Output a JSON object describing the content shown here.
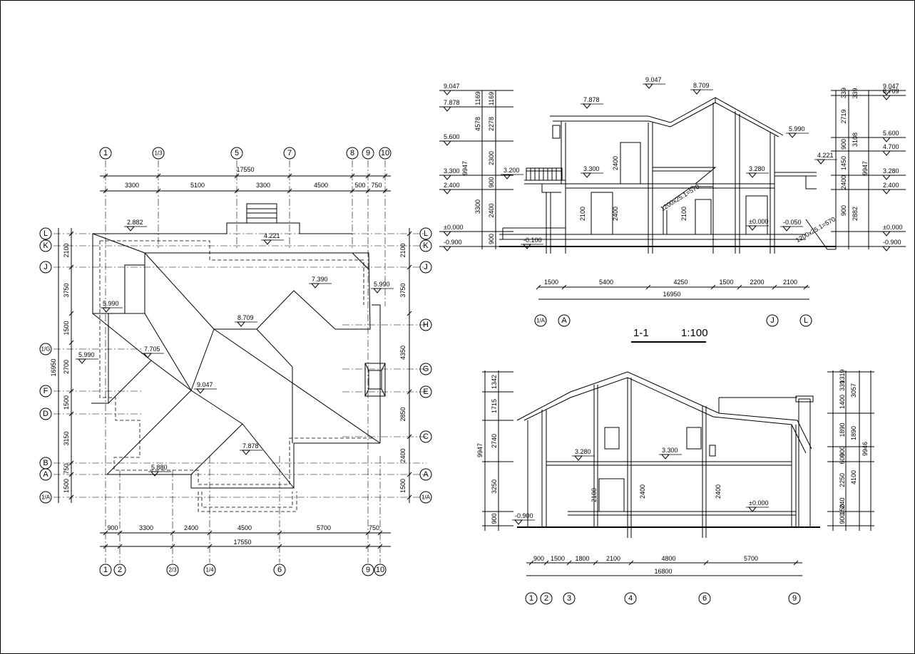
{
  "plan": {
    "top_axes": [
      "1",
      "1/3",
      "5",
      "7",
      "8",
      "9",
      "10"
    ],
    "bottom_axes": [
      "1",
      "2",
      "2/3",
      "1/4",
      "6",
      "9",
      "10"
    ],
    "left_axes": [
      "L",
      "K",
      "J",
      "1/G",
      "F",
      "D",
      "B",
      "A",
      "1/A"
    ],
    "right_axes": [
      "L",
      "K",
      "J",
      "H",
      "G",
      "E",
      "C",
      "A",
      "1/A"
    ],
    "top_total": "17550",
    "top_dims": [
      "3300",
      "5100",
      "3300",
      "4500",
      "500",
      "750"
    ],
    "bottom_dims": [
      "900",
      "3300",
      "2400",
      "4500",
      "5700",
      "750"
    ],
    "bottom_total": "17550",
    "left_total": "16950",
    "left_dims": [
      "2100",
      "3750",
      "1500",
      "2700",
      "1500",
      "3150",
      "750",
      "1500"
    ],
    "right_dims": [
      "2100",
      "3750",
      "4350",
      "2850",
      "2400",
      "1500"
    ],
    "elevations": [
      "2.882",
      "4.221",
      "7.390",
      "5.990",
      "5.990",
      "8.709",
      "5.990",
      "7.705",
      "9.047",
      "7.878",
      "5.880"
    ]
  },
  "section1": {
    "title": "1-1",
    "scale": "1:100",
    "left_levels": [
      "9.047",
      "7.878",
      "5.600",
      "3.300",
      "2.400",
      "±0.000",
      "-0.900"
    ],
    "right_levels": [
      "9.047",
      "8.709",
      "5.600",
      "4.700",
      "3.280",
      "2.400",
      "±0.000",
      "-0.900"
    ],
    "left_dims": [
      "1169",
      "2278",
      "2300",
      "900",
      "2400",
      "900"
    ],
    "left_sub": [
      "1169",
      "4578",
      "3300",
      "9947"
    ],
    "right_dims": [
      "339",
      "2719",
      "900",
      "1450",
      "2400",
      "900"
    ],
    "right_sub": [
      "339",
      "3108",
      "2882",
      "9947"
    ],
    "inner_levels": [
      "9.047",
      "8.709",
      "7.878",
      "5.990",
      "4.221",
      "3.300",
      "3.200",
      "3.280",
      "±0.000",
      "-0.050",
      "-0.100"
    ],
    "inner_dims": [
      "2400",
      "2400",
      "2100",
      "2100"
    ],
    "stair_labels": [
      "1200x25.1=570",
      "1200x25.1=570"
    ],
    "bottom_dims": [
      "1500",
      "5400",
      "4250",
      "1500",
      "2200",
      "2100"
    ],
    "bottom_total": "16950",
    "axes": [
      "1/A",
      "A",
      "J",
      "L"
    ]
  },
  "section2": {
    "left_dims": [
      "1342",
      "1715",
      "2740",
      "3250",
      "900"
    ],
    "left_total": "9947",
    "right_dims": [
      "1319",
      "339",
      "1400",
      "1890",
      "900",
      "600",
      "2250",
      "240",
      "150",
      "900"
    ],
    "right_sub": [
      "3057",
      "1890",
      "4100",
      "9946"
    ],
    "inner_levels": [
      "3.280",
      "3.300",
      "-0.900",
      "±0.000"
    ],
    "inner_dims": [
      "2100",
      "2400",
      "2400"
    ],
    "bottom_dims": [
      "900",
      "1500",
      "1800",
      "2100",
      "4800",
      "5700"
    ],
    "bottom_total": "16800",
    "axes": [
      "1",
      "2",
      "3",
      "4",
      "6",
      "9"
    ]
  }
}
